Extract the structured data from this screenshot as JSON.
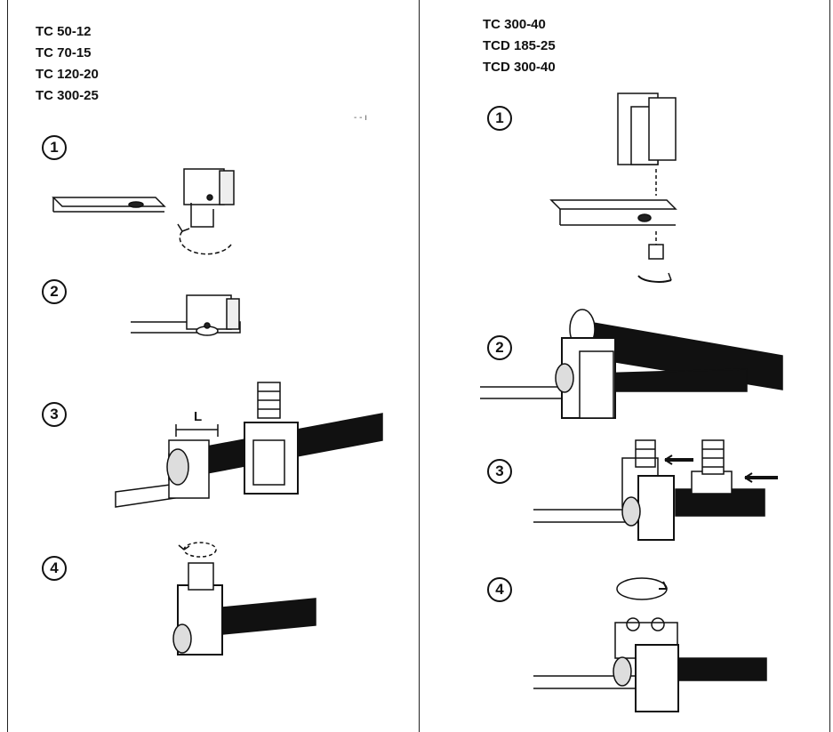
{
  "left_panel": {
    "models": [
      "TC 50-12",
      "TC 70-15",
      "TC 120-20",
      "TC 300-25"
    ],
    "steps": [
      "1",
      "2",
      "3",
      "4"
    ],
    "dimension_label": "L"
  },
  "right_panel": {
    "models": [
      "TC 300-40",
      "TCD 185-25",
      "TCD 300-40"
    ],
    "steps": [
      "1",
      "2",
      "3",
      "4"
    ]
  }
}
